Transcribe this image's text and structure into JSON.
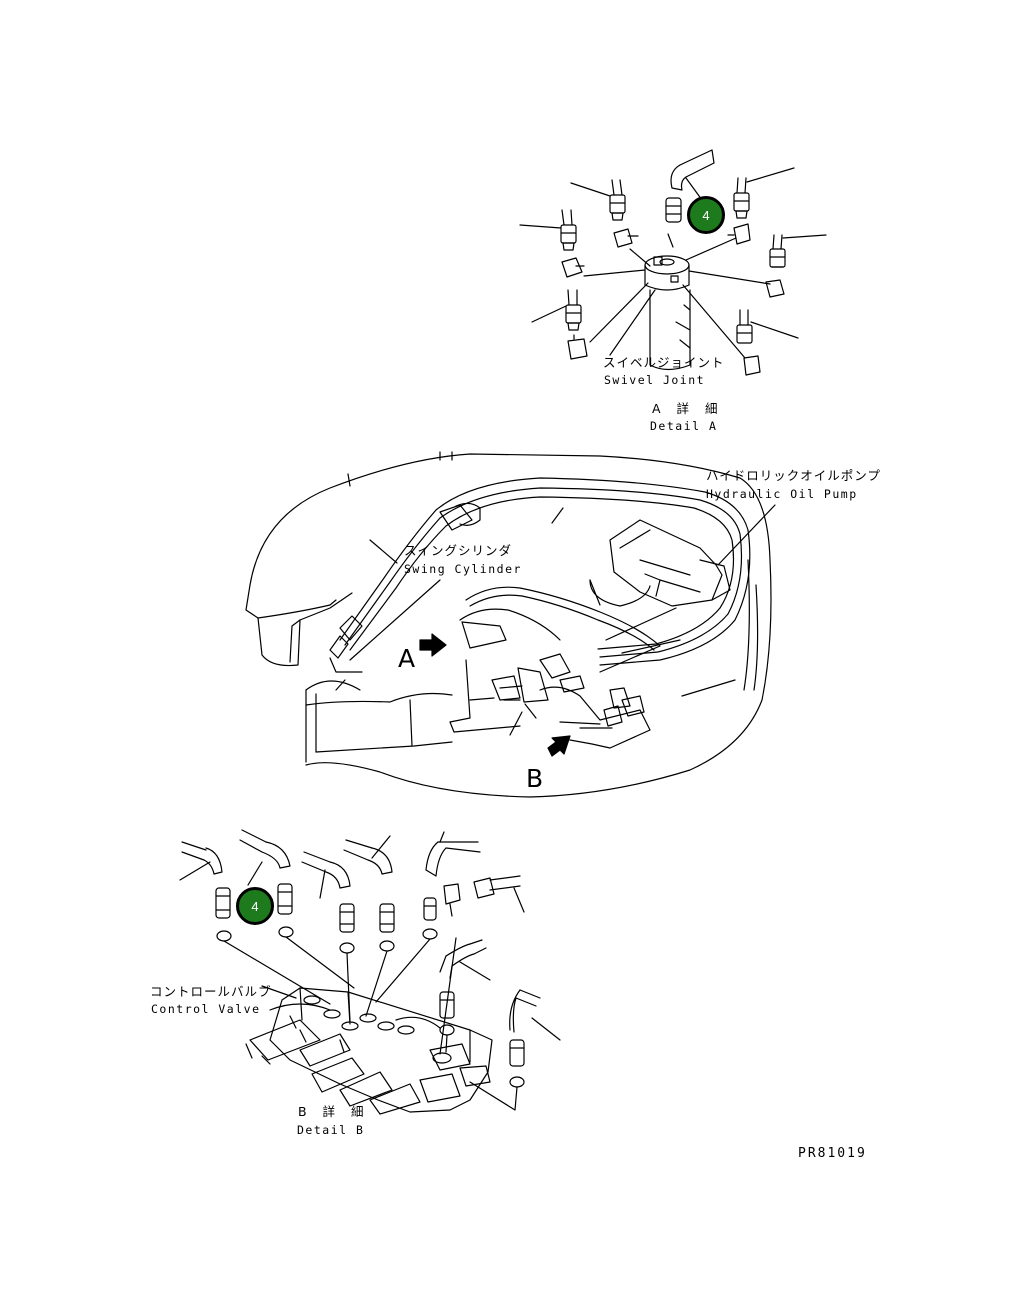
{
  "detail_a": {
    "jp_label": "スイベルジョイント",
    "en_label": "Swivel Joint",
    "title_jp": "A 詳 細",
    "title_en": "Detail A"
  },
  "pump": {
    "jp_label": "ハイドロリックオイルポンプ",
    "en_label": "Hydraulic Oil Pump"
  },
  "swing": {
    "jp_label": "スイングシリンダ",
    "en_label": "Swing Cylinder"
  },
  "view_markers": {
    "a": "A",
    "b": "B"
  },
  "detail_b": {
    "jp_label": "コントロールバルブ",
    "en_label": "Control Valve",
    "title_jp": "B 詳 細",
    "title_en": "Detail B"
  },
  "callouts": {
    "top": "4",
    "bottom": "4"
  },
  "callout_color": "#1d7a1d",
  "drawing_number": "PR81019"
}
